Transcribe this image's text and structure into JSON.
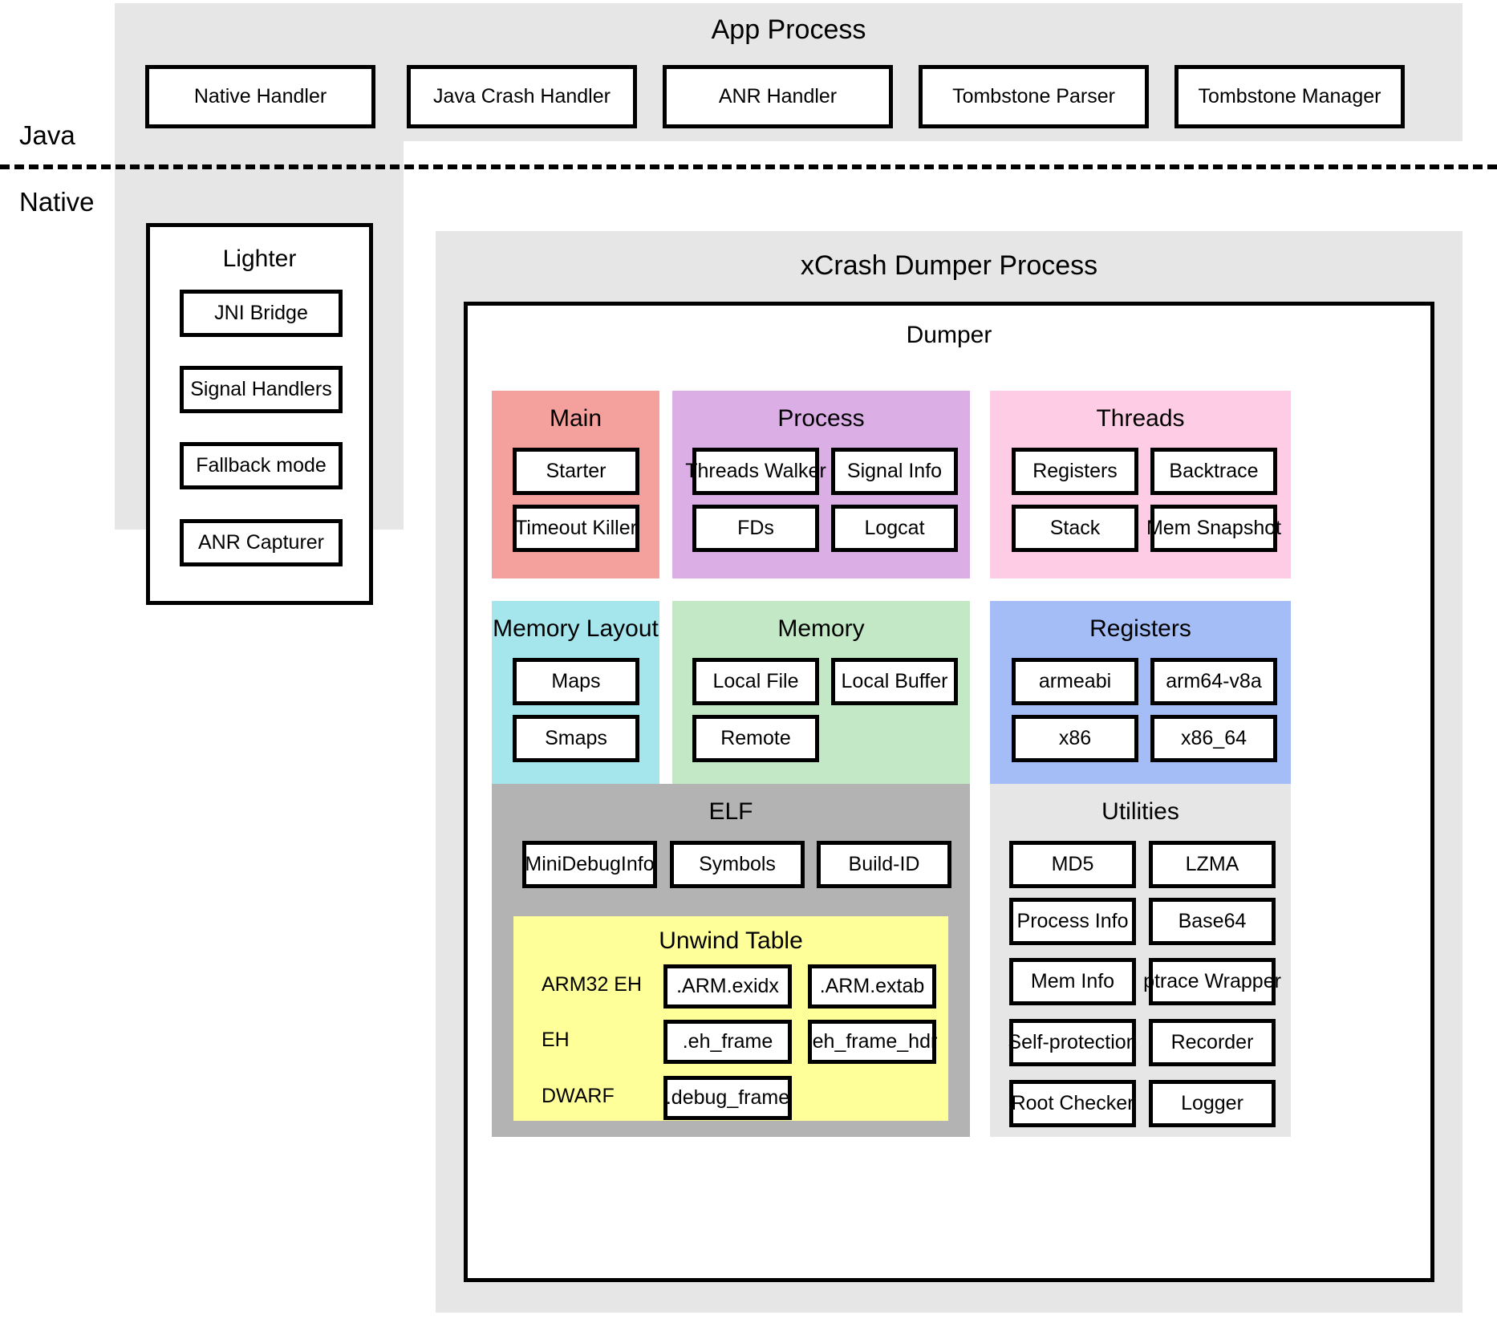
{
  "lanes": {
    "java": "Java",
    "native": "Native"
  },
  "app_process": {
    "title": "App Process",
    "handlers": [
      "Native Handler",
      "Java Crash Handler",
      "ANR Handler",
      "Tombstone Parser",
      "Tombstone Manager"
    ]
  },
  "lighter": {
    "title": "Lighter",
    "items": [
      "JNI Bridge",
      "Signal Handlers",
      "Fallback mode",
      "ANR Capturer"
    ]
  },
  "dumper_process": {
    "title": "xCrash Dumper Process",
    "dumper_title": "Dumper",
    "panels": {
      "main": {
        "title": "Main",
        "color": "#f4a09c",
        "items": [
          "Starter",
          "Timeout Killer"
        ]
      },
      "process": {
        "title": "Process",
        "color": "#dbaee6",
        "items": [
          "Threads Walker",
          "Signal Info",
          "FDs",
          "Logcat"
        ]
      },
      "threads": {
        "title": "Threads",
        "color": "#ffcce6",
        "items": [
          "Registers",
          "Backtrace",
          "Stack",
          "Mem Snapshot"
        ]
      },
      "memory_layout": {
        "title": "Memory Layout",
        "color": "#a5e5ec",
        "items": [
          "Maps",
          "Smaps"
        ]
      },
      "memory": {
        "title": "Memory",
        "color": "#c3e8c6",
        "items": [
          "Local File",
          "Local Buffer",
          "Remote"
        ]
      },
      "registers": {
        "title": "Registers",
        "color": "#a5bdf7",
        "items": [
          "armeabi",
          "arm64-v8a",
          "x86",
          "x86_64"
        ]
      },
      "elf": {
        "title": "ELF",
        "color": "#b3b3b3",
        "items": [
          "MiniDebugInfo",
          "Symbols",
          "Build-ID"
        ],
        "unwind": {
          "title": "Unwind Table",
          "color": "#ffff99",
          "rows": [
            {
              "label": "ARM32 EH",
              "sections": [
                ".ARM.exidx",
                ".ARM.extab"
              ]
            },
            {
              "label": "EH",
              "sections": [
                ".eh_frame",
                ".eh_frame_hdr"
              ]
            },
            {
              "label": "DWARF",
              "sections": [
                ".debug_frame"
              ]
            }
          ]
        }
      },
      "utilities": {
        "title": "Utilities",
        "color": "#e6e6e6",
        "items": [
          "MD5",
          "LZMA",
          "Process Info",
          "Base64",
          "Mem Info",
          "ptrace Wrapper",
          "Self-protection",
          "Recorder",
          "Root Checker",
          "Logger"
        ]
      }
    }
  }
}
